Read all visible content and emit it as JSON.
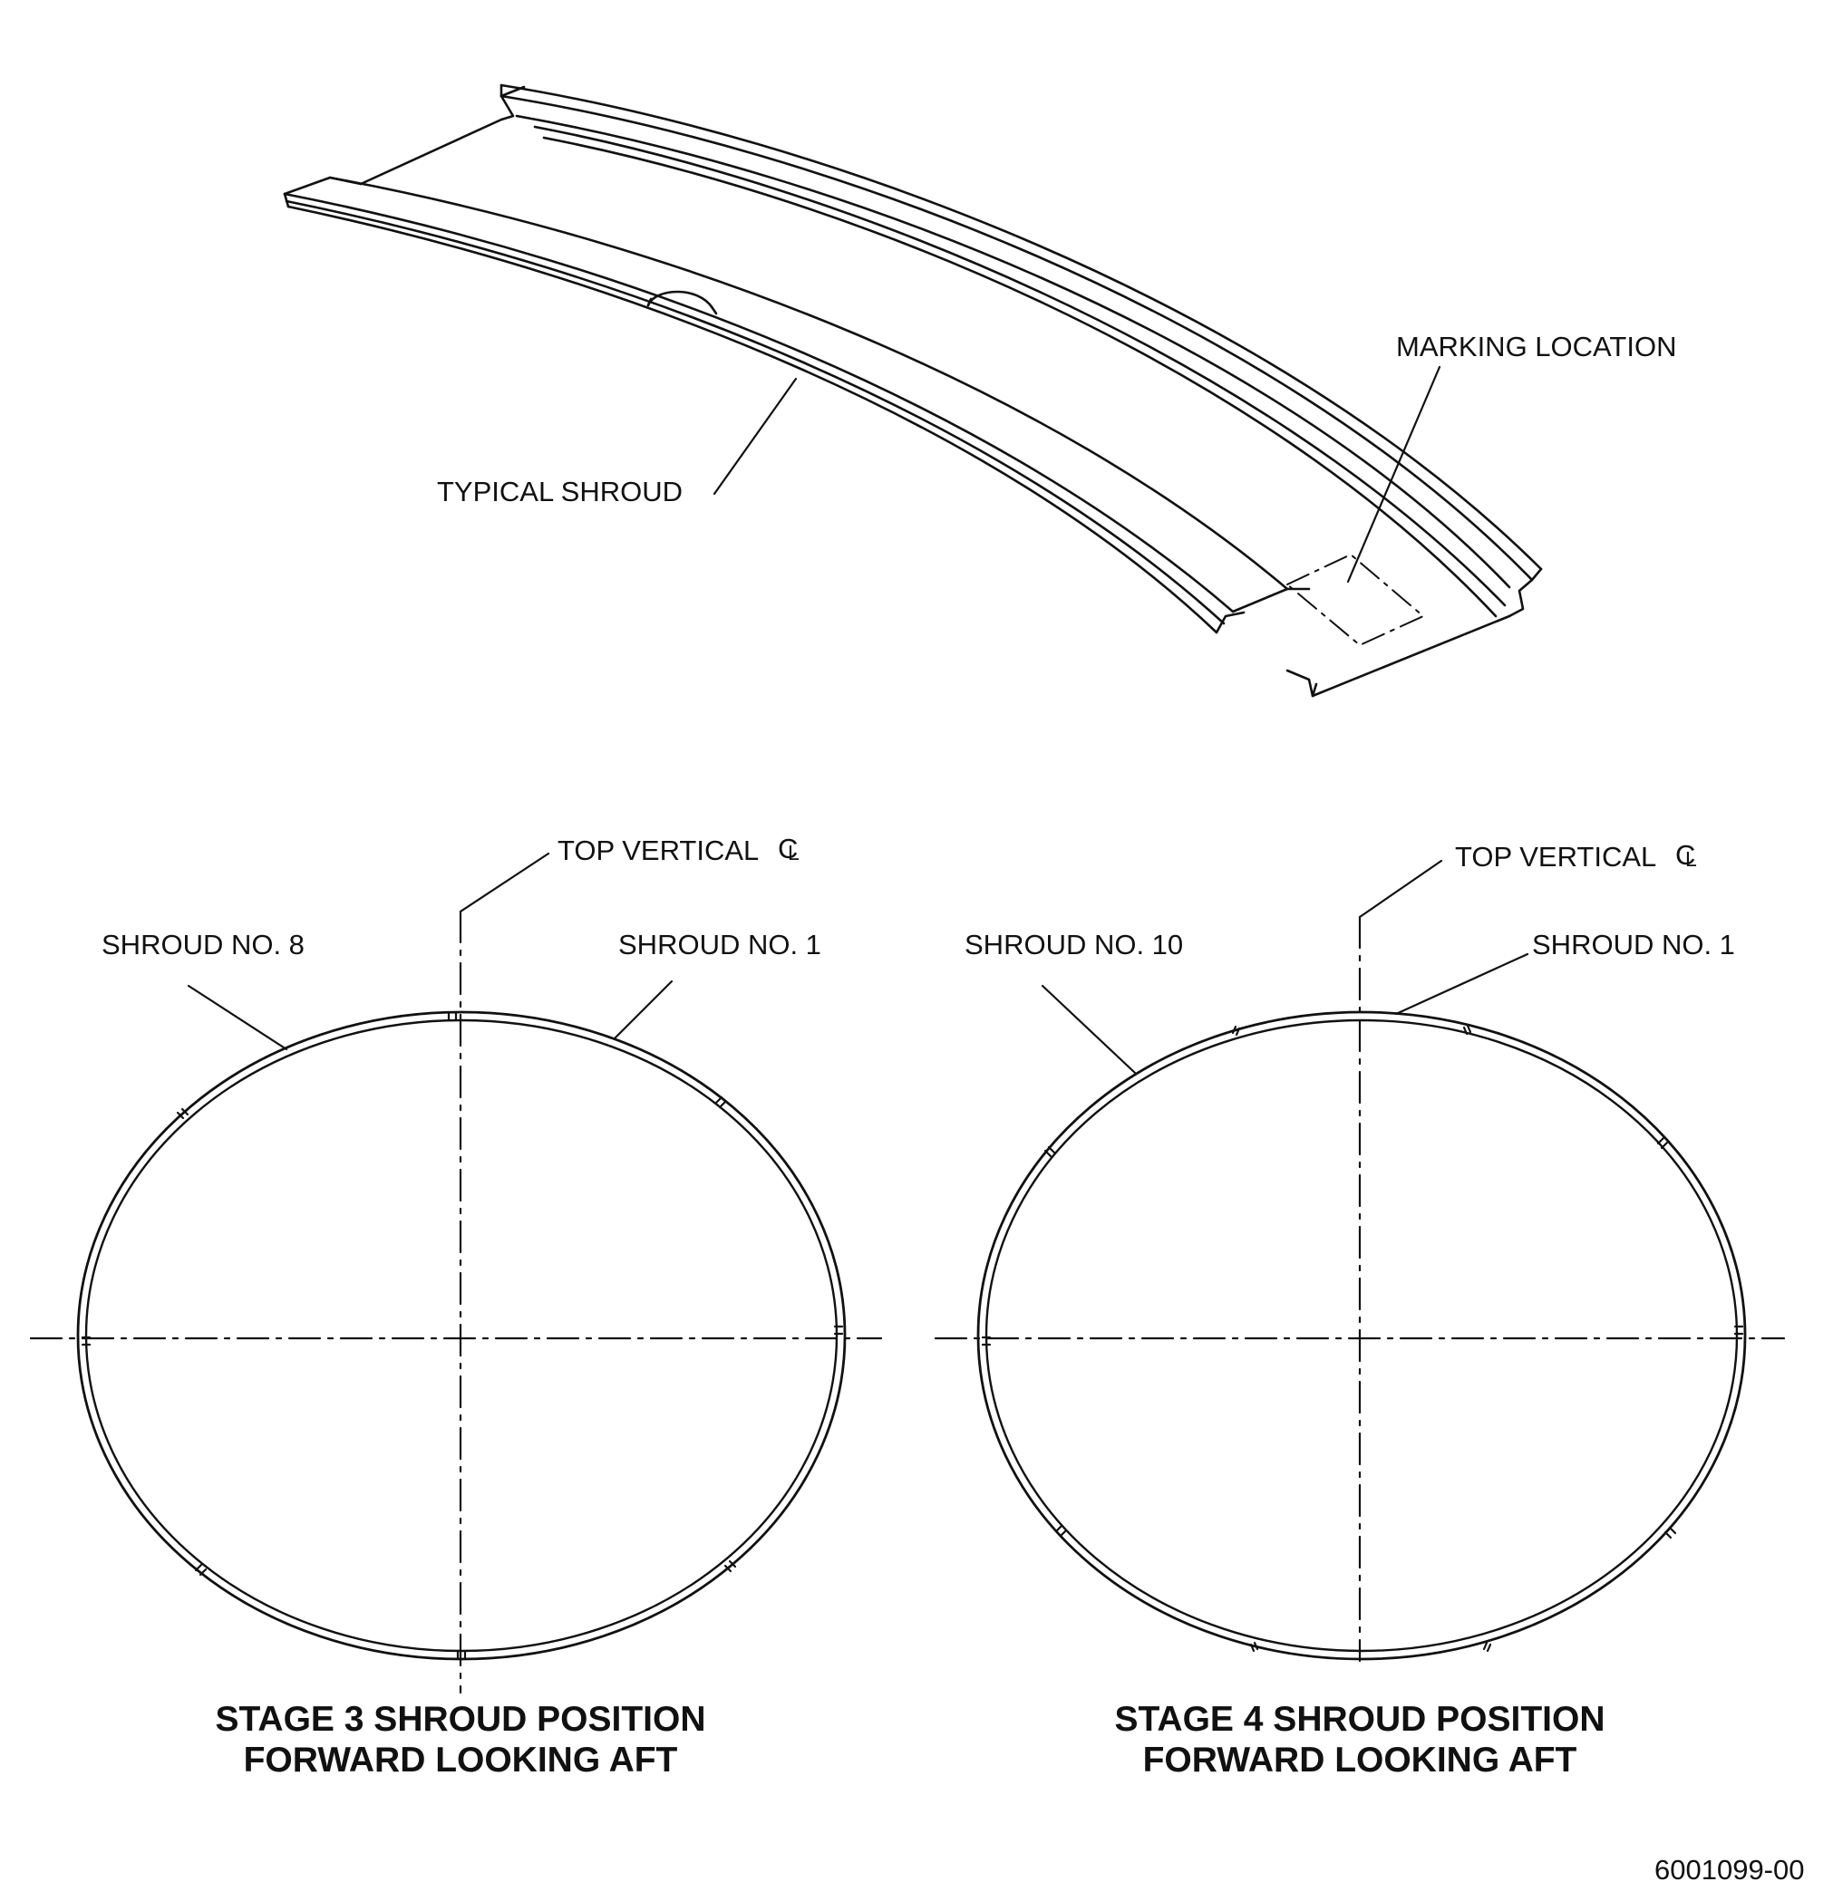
{
  "shroud_detail": {
    "marking_label": "MARKING LOCATION",
    "shroud_label": "TYPICAL SHROUD"
  },
  "stage3": {
    "top_label": "TOP VERTICAL",
    "cl_c": "C",
    "cl_l": "L",
    "left_label": "SHROUD NO. 8",
    "right_label": "SHROUD NO. 1",
    "title_line1": "STAGE 3 SHROUD POSITION",
    "title_line2": "FORWARD LOOKING AFT"
  },
  "stage4": {
    "top_label": "TOP VERTICAL",
    "cl_c": "C",
    "cl_l": "L",
    "left_label": "SHROUD NO. 10",
    "right_label": "SHROUD NO. 1",
    "title_line1": "STAGE 4 SHROUD POSITION",
    "title_line2": "FORWARD LOOKING AFT"
  },
  "drawing_number": "6001099-00"
}
